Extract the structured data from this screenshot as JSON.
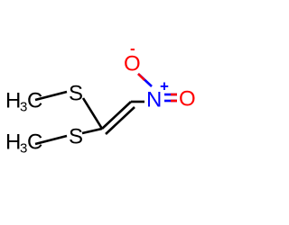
{
  "molecule": {
    "atoms": {
      "ch3_top": {
        "element": "H",
        "subscript": "3",
        "carbon": "C"
      },
      "s_top": {
        "element": "S"
      },
      "ch3_bottom": {
        "element": "H",
        "subscript": "3",
        "carbon": "C"
      },
      "s_bottom": {
        "element": "S"
      },
      "nitrogen": {
        "element": "N",
        "charge": "+"
      },
      "oxygen_top": {
        "element": "O",
        "charge": "-"
      },
      "oxygen_right": {
        "element": "O"
      }
    },
    "colors": {
      "carbon": "#000000",
      "sulfur": "#000000",
      "nitrogen": "#0000ff",
      "oxygen": "#ff0000"
    }
  }
}
